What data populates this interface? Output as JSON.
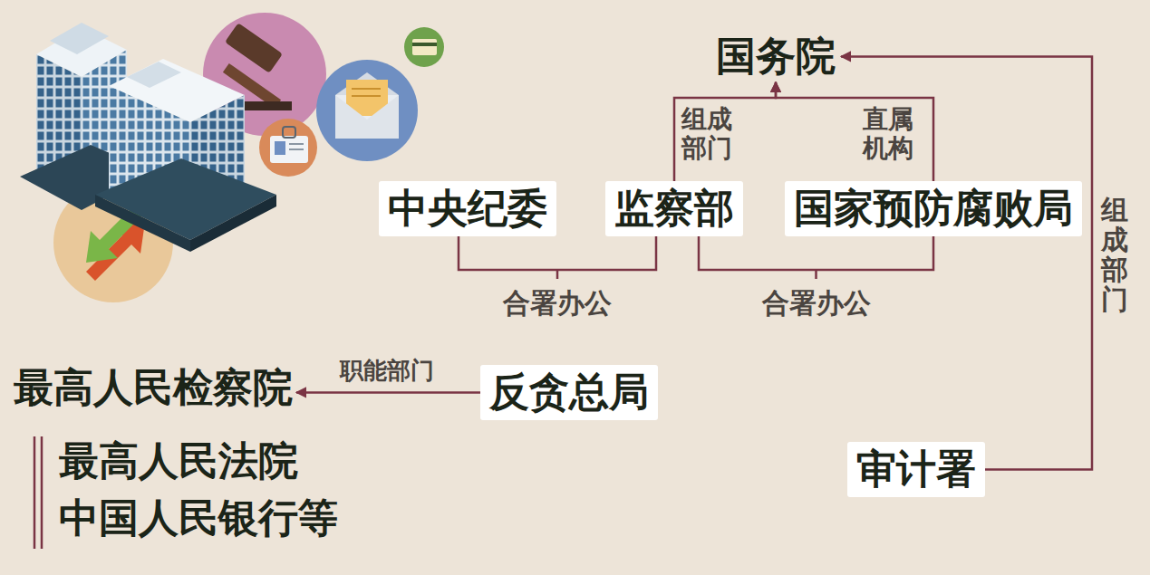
{
  "diagram": {
    "nodes": [
      {
        "text": [
          "国务院"
        ]
      },
      {
        "text": [
          "中央纪委"
        ]
      },
      {
        "text": [
          "监察部"
        ]
      },
      {
        "text": [
          "国家预防腐败局"
        ]
      },
      {
        "text": [
          "最高人民检察院"
        ]
      },
      {
        "text": [
          "反贪总局"
        ]
      },
      {
        "text": [
          "最高人民法院"
        ]
      },
      {
        "text": [
          "中国人民银行等"
        ]
      },
      {
        "text": [
          "审计署"
        ]
      }
    ],
    "edges": [
      {
        "from": 2,
        "to": 0,
        "arrow": "to",
        "label": "组成部门"
      },
      {
        "from": 3,
        "to": 0,
        "arrow": "to",
        "label": "直属机构"
      },
      {
        "from": 1,
        "to": 2,
        "arrow": "none",
        "label": "合署办公"
      },
      {
        "from": 2,
        "to": 3,
        "arrow": "none",
        "label": "合署办公"
      },
      {
        "from": 5,
        "to": 4,
        "arrow": "to",
        "label": "职能部门"
      },
      {
        "from": 8,
        "to": 0,
        "arrow": "to",
        "label": "组成部门"
      }
    ]
  }
}
